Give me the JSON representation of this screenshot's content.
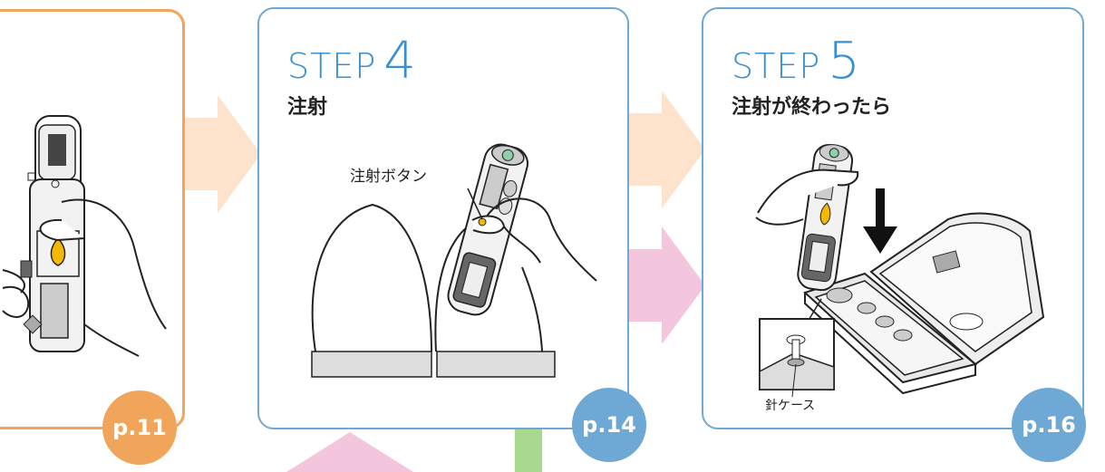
{
  "colors": {
    "orange": "#f0a55a",
    "blue": "#6ea8d4",
    "blue_text": "#3a8fd0",
    "arrow_peach": "#fde3cc",
    "arrow_pink": "#f4c6de",
    "arrow_green": "#a9d88f",
    "yellow": "#f5b800"
  },
  "card3": {
    "badge": "p.11"
  },
  "card4": {
    "step_word": "STEP",
    "step_number": "4",
    "subtitle": "注射",
    "callout": "注射ボタン",
    "badge": "p.14"
  },
  "card5": {
    "step_word": "STEP",
    "step_number": "5",
    "subtitle": "注射が終わったら",
    "callout": "針ケース",
    "badge": "p.16"
  },
  "icons": [
    "injector-pen-icon",
    "hand-icon",
    "down-arrow-icon",
    "carry-case-icon",
    "needle-case-icon",
    "thighs-icon"
  ]
}
